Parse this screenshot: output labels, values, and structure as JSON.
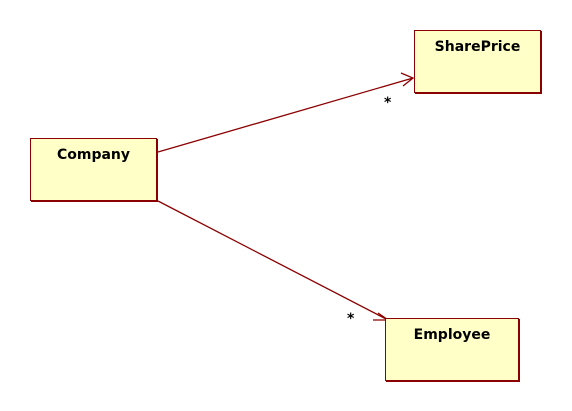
{
  "diagram": {
    "classes": {
      "company": {
        "name": "Company"
      },
      "shareprice": {
        "name": "SharePrice"
      },
      "employee": {
        "name": "Employee"
      }
    },
    "associations": [
      {
        "from": "Company",
        "to": "SharePrice",
        "target_multiplicity": "*",
        "navigable": true
      },
      {
        "from": "Company",
        "to": "Employee",
        "target_multiplicity": "*",
        "navigable": true
      }
    ]
  },
  "colors": {
    "box_fill": "#ffffc8",
    "box_border": "#8b0000",
    "line": "#8b0000"
  }
}
